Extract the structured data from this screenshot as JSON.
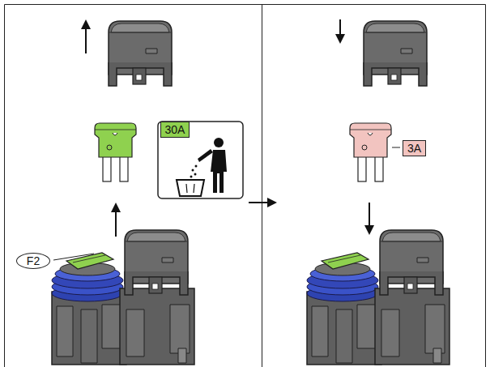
{
  "diagram": {
    "nodes": [
      {
        "text": [
          "30A"
        ]
      },
      {
        "text": [
          "F2"
        ]
      },
      {
        "text": [
          "3A"
        ]
      }
    ]
  }
}
